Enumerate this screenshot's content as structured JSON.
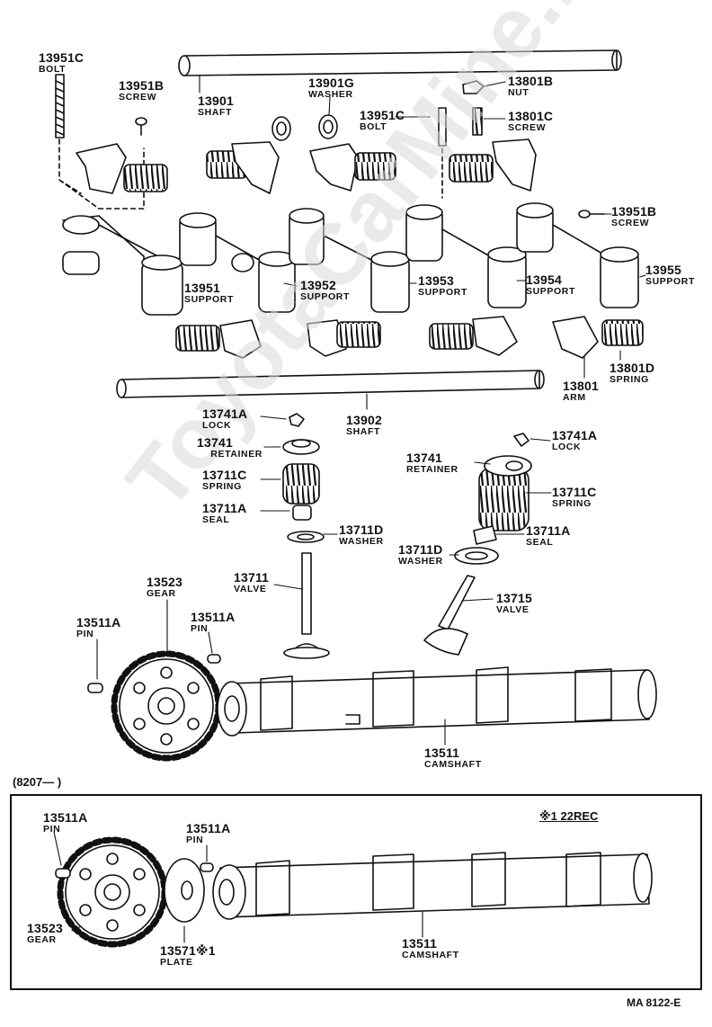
{
  "watermark": "ToyotaCarMine.ru",
  "parts": {
    "p13951C_bolt_top": {
      "num": "13951C",
      "name": "BOLT"
    },
    "p13951B_screw_top": {
      "num": "13951B",
      "name": "SCREW"
    },
    "p13901_shaft": {
      "num": "13901",
      "name": "SHAFT"
    },
    "p13901G_washer": {
      "num": "13901G",
      "name": "WASHER"
    },
    "p13801B_nut": {
      "num": "13801B",
      "name": "NUT"
    },
    "p13951C_bolt_mid": {
      "num": "13951C",
      "name": "BOLT"
    },
    "p13801C_screw": {
      "num": "13801C",
      "name": "SCREW"
    },
    "p13951B_screw_right": {
      "num": "13951B",
      "name": "SCREW"
    },
    "p13951_support": {
      "num": "13951",
      "name": "SUPPORT"
    },
    "p13952_support": {
      "num": "13952",
      "name": "SUPPORT"
    },
    "p13953_support": {
      "num": "13953",
      "name": "SUPPORT"
    },
    "p13954_support": {
      "num": "13954",
      "name": "SUPPORT"
    },
    "p13955_support": {
      "num": "13955",
      "name": "SUPPORT"
    },
    "p13801D_spring": {
      "num": "13801D",
      "name": "SPRING"
    },
    "p13801_arm": {
      "num": "13801",
      "name": "ARM"
    },
    "p13902_shaft": {
      "num": "13902",
      "name": "SHAFT"
    },
    "p13741A_lock_l": {
      "num": "13741A",
      "name": "LOCK"
    },
    "p13741_retainer_l": {
      "num": "13741",
      "name": "RETAINER"
    },
    "p13711C_spring_l": {
      "num": "13711C",
      "name": "SPRING"
    },
    "p13711A_seal_l": {
      "num": "13711A",
      "name": "SEAL"
    },
    "p13711D_washer_l": {
      "num": "13711D",
      "name": "WASHER"
    },
    "p13711_valve": {
      "num": "13711",
      "name": "VALVE"
    },
    "p13741A_lock_r": {
      "num": "13741A",
      "name": "LOCK"
    },
    "p13741_retainer_r": {
      "num": "13741",
      "name": "RETAINER"
    },
    "p13711C_spring_r": {
      "num": "13711C",
      "name": "SPRING"
    },
    "p13711A_seal_r": {
      "num": "13711A",
      "name": "SEAL"
    },
    "p13711D_washer_r": {
      "num": "13711D",
      "name": "WASHER"
    },
    "p13715_valve": {
      "num": "13715",
      "name": "VALVE"
    },
    "p13523_gear": {
      "num": "13523",
      "name": "GEAR"
    },
    "p13511A_pin_l": {
      "num": "13511A",
      "name": "PIN"
    },
    "p13511A_pin_m": {
      "num": "13511A",
      "name": "PIN"
    },
    "p13511_camshaft": {
      "num": "13511",
      "name": "CAMSHAFT"
    },
    "b_13511A_pin_l": {
      "num": "13511A",
      "name": "PIN"
    },
    "b_13511A_pin_m": {
      "num": "13511A",
      "name": "PIN"
    },
    "b_13523_gear": {
      "num": "13523",
      "name": "GEAR"
    },
    "b_13571_plate": {
      "num": "13571※1",
      "name": "PLATE"
    },
    "b_13511_camshaft": {
      "num": "13511",
      "name": "CAMSHAFT"
    }
  },
  "box": {
    "range": "(8207—      )",
    "note": "※1 22REC"
  },
  "footer": "MA 8122-E"
}
